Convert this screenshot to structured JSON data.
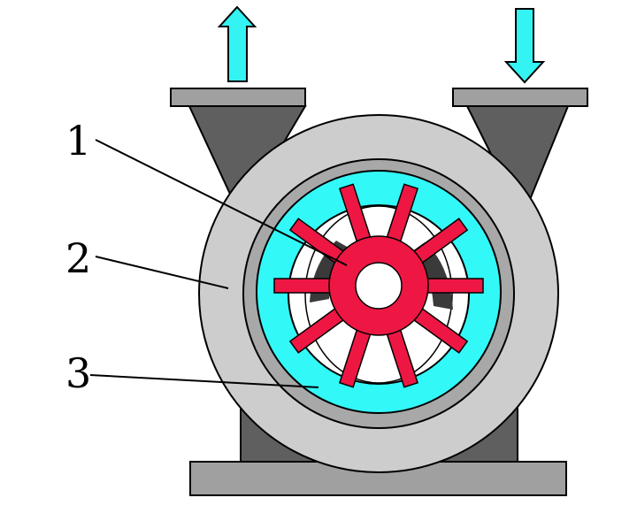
{
  "labels": {
    "impeller": "1",
    "casing": "2",
    "liquid_ring": "3"
  },
  "icons": {
    "outlet_arrow": "arrow-up-icon",
    "inlet_arrow": "arrow-down-icon"
  },
  "colors": {
    "arrow": "#33f3f3",
    "impeller": "#ee1744",
    "liquid_ring": "#33f8f8",
    "casing": "#cdcdcd",
    "casing_inner": "#a8a8a8",
    "port": "#5f5f5f",
    "flange": "#a0a0a0",
    "cavity": "#3a3a3a",
    "line": "#000000"
  },
  "impeller_blade_count": 10
}
